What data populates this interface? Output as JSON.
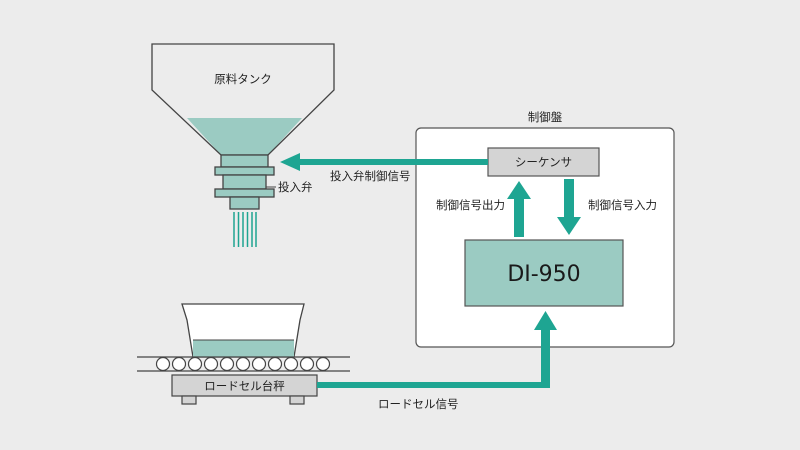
{
  "labels": {
    "tank": "原料タンク",
    "valve": "投入弁",
    "valve_signal": "投入弁制御信号",
    "control_panel": "制御盤",
    "sequencer": "シーケンサ",
    "output_signal": "制御信号出力",
    "input_signal": "制御信号入力",
    "device": "DI-950",
    "scale": "ロードセル台秤",
    "loadcell_signal": "ロードセル信号"
  },
  "colors": {
    "background": "#ececec",
    "teal_fill": "#9bcbc2",
    "arrow": "#1ea592",
    "outline": "#444444",
    "box_fill": "#ffffff",
    "sequencer_fill": "#d4d4d4",
    "scale_fill": "#d4d4d4"
  }
}
